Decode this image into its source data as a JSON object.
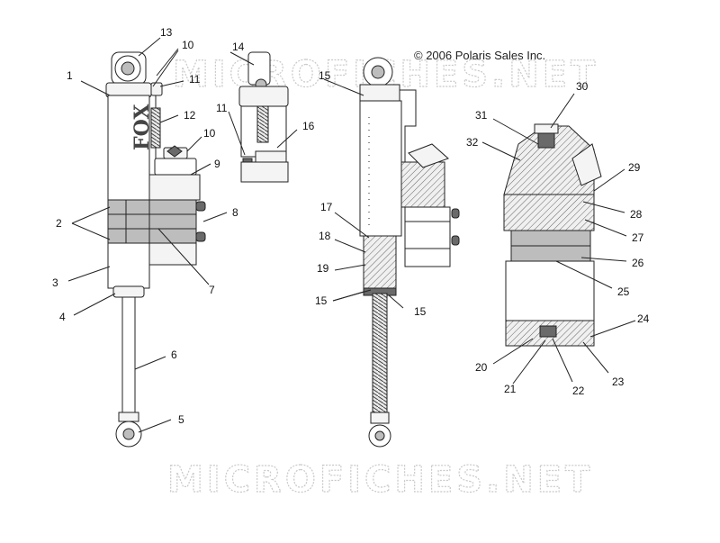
{
  "copyright": "© 2006 Polaris Sales Inc.",
  "watermark_top": "MICROFICHES.NET",
  "watermark_bottom": "MICROFICHES.NET",
  "brand_mark": "FOX",
  "callouts": {
    "n1": "1",
    "n2": "2",
    "n3": "3",
    "n4": "4",
    "n5": "5",
    "n6": "6",
    "n7": "7",
    "n8": "8",
    "n9": "9",
    "n10a": "10",
    "n10b": "10",
    "n11a": "11",
    "n11b": "11",
    "n12": "12",
    "n13": "13",
    "n14": "14",
    "n15a": "15",
    "n15b": "15",
    "n15c": "15",
    "n16": "16",
    "n17": "17",
    "n18": "18",
    "n19": "19",
    "n20": "20",
    "n21": "21",
    "n22": "22",
    "n23": "23",
    "n24": "24",
    "n25": "25",
    "n26": "26",
    "n27": "27",
    "n28": "28",
    "n29": "29",
    "n30": "30",
    "n31": "31",
    "n32": "32"
  }
}
